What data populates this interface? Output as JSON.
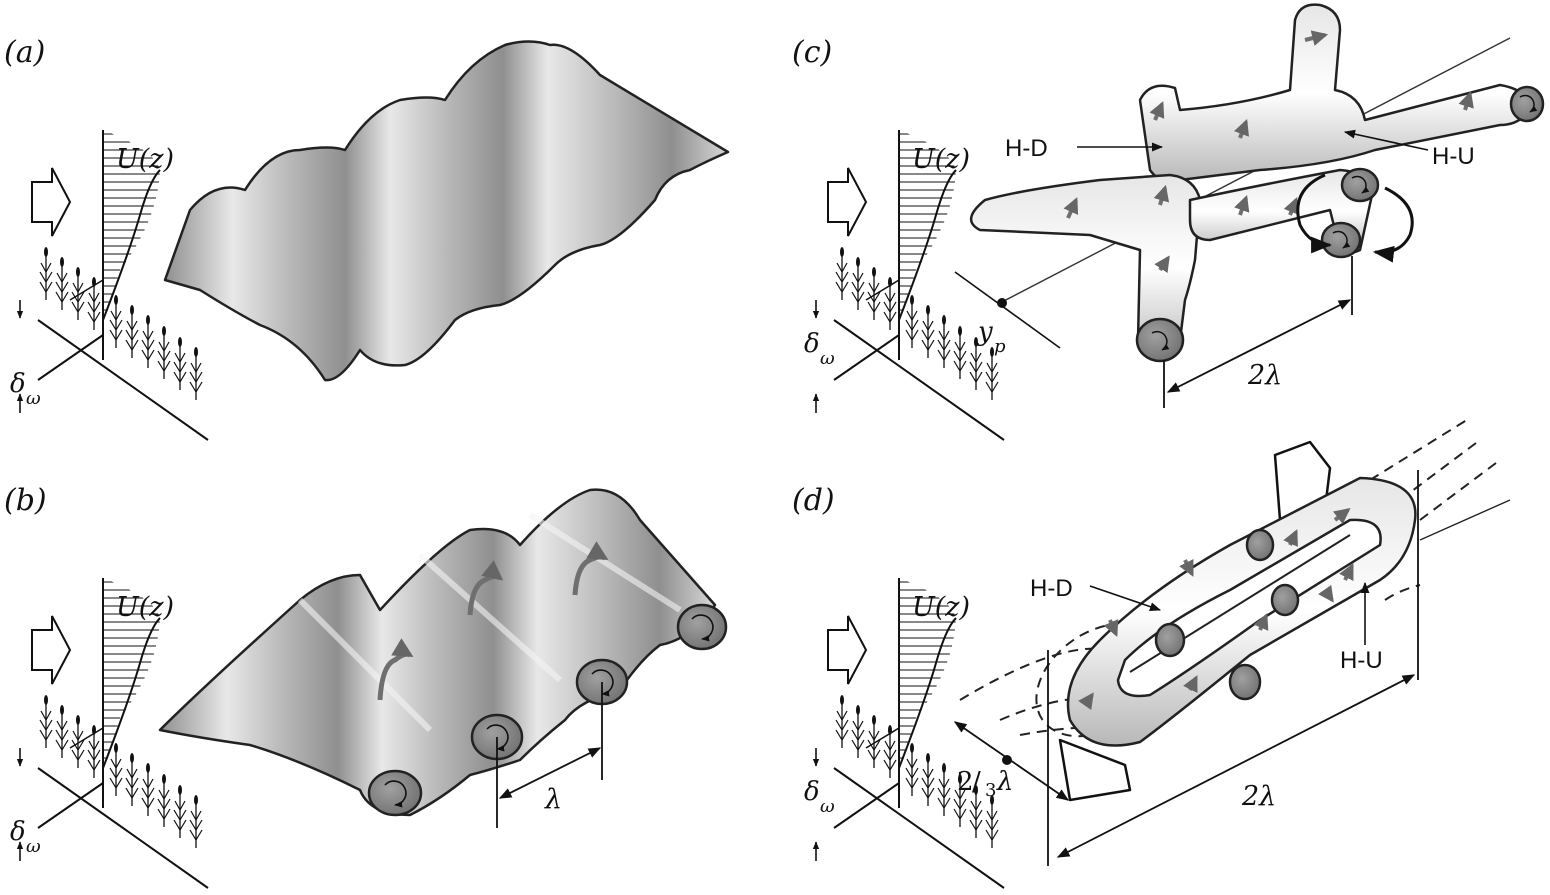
{
  "panels": {
    "a": {
      "label": "(a)",
      "profile_label": "U(z)",
      "thickness_label": "δ",
      "thickness_sub": "ω"
    },
    "b": {
      "label": "(b)",
      "profile_label": "U(z)",
      "thickness_label": "δ",
      "thickness_sub": "ω",
      "spacing_label": "λ"
    },
    "c": {
      "label": "(c)",
      "profile_label": "U(z)",
      "thickness_label": "δ",
      "thickness_sub": "ω",
      "hd_label": "H-D",
      "hu_label": "H-U",
      "yp_label": "y",
      "yp_sub": "p",
      "spacing_label": "2λ"
    },
    "d": {
      "label": "(d)",
      "profile_label": "U(z)",
      "thickness_label": "δ",
      "thickness_sub": "ω",
      "hd_label": "H-D",
      "hu_label": "H-U",
      "frac_num": "2",
      "frac_den": "3",
      "frac_lambda": "λ",
      "spacing_label": "2λ"
    }
  },
  "colors": {
    "line": "#222222",
    "tube_light": "#f4f4f4",
    "tube_mid": "#cfcfcf",
    "tube_dark": "#8c8c8c",
    "sheet_dark": "#9a9a9a"
  }
}
